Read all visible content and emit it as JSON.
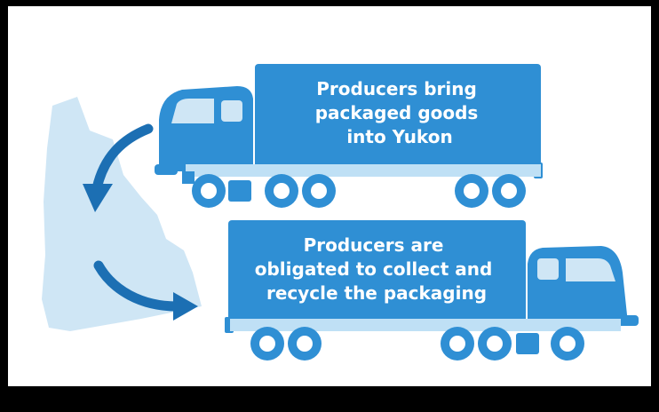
{
  "colors": {
    "background": "#ffffff",
    "frame": "#000000",
    "truck_blue": "#2f8fd4",
    "truck_dark": "#1e6fae",
    "map_light": "#cfe6f5",
    "wheel_light": "#bfe0f5",
    "arrow_blue": "#1c6fb3"
  },
  "truck_top": {
    "label_lines": [
      "Producers bring",
      "packaged goods",
      "into Yukon"
    ]
  },
  "truck_bottom": {
    "label_lines": [
      "Producers are",
      "obligated to collect and",
      "recycle the packaging"
    ]
  },
  "icons": [
    "yukon-map-icon",
    "arrow-down-icon",
    "arrow-right-icon",
    "truck-icon"
  ]
}
